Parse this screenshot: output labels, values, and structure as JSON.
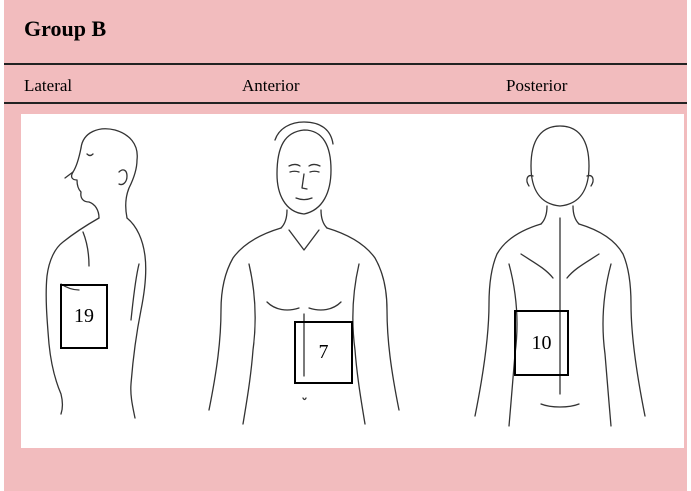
{
  "title": "Group B",
  "columns": [
    "Lateral",
    "Anterior",
    "Posterior"
  ],
  "counts": {
    "lateral": "19",
    "anterior": "7",
    "posterior": "10"
  },
  "colors": {
    "panel_background": "#f2bcbe",
    "figure_background": "#ffffff",
    "line": "#222222"
  }
}
